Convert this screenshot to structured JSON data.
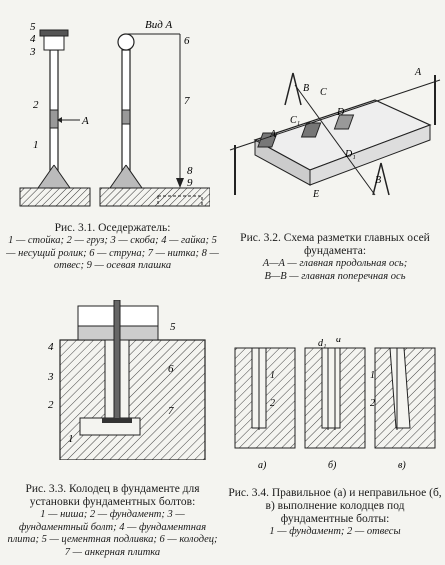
{
  "fig31": {
    "title": "Рис. 3.1. Оседержатель:",
    "legend": "1 — стойка; 2 — груз; 3 — скоба; 4 — гайка; 5 — несущий ролик; 6 — струна; 7 — нитка; 8 — отвес; 9 — осевая плашка",
    "label_1": "1",
    "label_2": "2",
    "label_3": "3",
    "label_4": "4",
    "label_5": "5",
    "label_6": "6",
    "label_7": "7",
    "label_8": "8",
    "label_9": "9",
    "label_A": "A",
    "label_view": "Вид A"
  },
  "fig32": {
    "title": "Рис. 3.2. Схема разметки главных осей фундамента:",
    "legend_1": "A—A — главная продольная ось;",
    "legend_2": "B—B — главная поперечная ось",
    "label_A1": "A",
    "label_A2": "A",
    "label_B1": "B",
    "label_B2": "B",
    "label_C": "C",
    "label_C1": "C₁",
    "label_D": "D",
    "label_D1": "D₁",
    "label_E": "E"
  },
  "fig33": {
    "title": "Рис. 3.3. Колодец в фундаменте для установки фундаментных болтов:",
    "legend": "1 — ниша; 2 — фундамент; 3 — фундаментный болт; 4 — фундаментная плита; 5 — цементная подливка; 6 — колодец; 7 — анкерная плитка",
    "label_1": "1",
    "label_2": "2",
    "label_3": "3",
    "label_4": "4",
    "label_5": "5",
    "label_6": "6",
    "label_7": "7"
  },
  "fig34": {
    "title": "Рис. 3.4. Правильное (а) и неправильное (б, в) выполнение колодцев под фундаментные болты:",
    "legend": "1 — фундамент; 2 — отвесы",
    "label_a": "а)",
    "label_b": "б)",
    "label_v": "в)",
    "label_d": "d",
    "label_d1": "d₁",
    "label_1a": "1",
    "label_2a": "2",
    "label_1b": "1",
    "label_2b": "2"
  }
}
